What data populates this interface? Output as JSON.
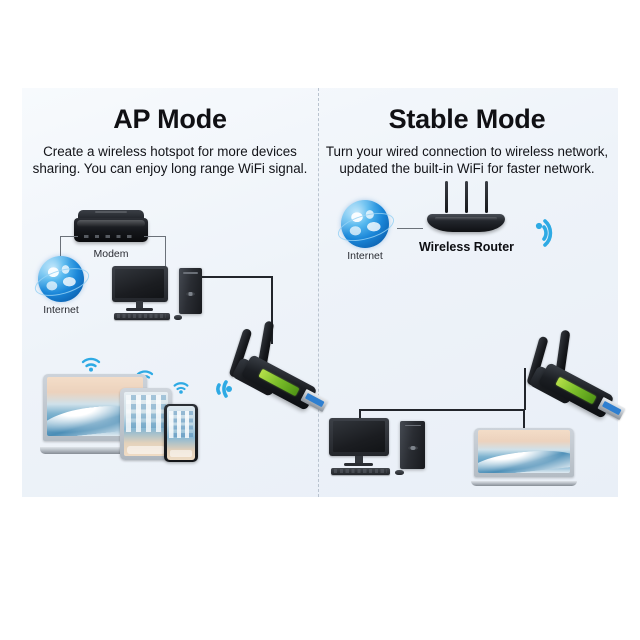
{
  "panels": {
    "left": {
      "title": "AP Mode",
      "description": "Create a wireless hotspot for more devices sharing. You can enjoy long range WiFi signal.",
      "labels": {
        "modem": "Modem",
        "internet": "Internet"
      },
      "nodes": [
        {
          "name": "internet-globe",
          "label": "Internet"
        },
        {
          "name": "modem",
          "label": "Modem"
        },
        {
          "name": "desktop-computer",
          "label": ""
        },
        {
          "name": "usb-wifi-adapter",
          "label": ""
        },
        {
          "name": "laptop",
          "label": ""
        },
        {
          "name": "tablet",
          "label": ""
        },
        {
          "name": "smartphone",
          "label": ""
        }
      ]
    },
    "right": {
      "title": "Stable Mode",
      "description": "Turn your wired connection to wireless network, updated the built-in WiFi for faster network.",
      "labels": {
        "internet": "Internet",
        "router": "Wireless Router"
      },
      "nodes": [
        {
          "name": "internet-globe",
          "label": "Internet"
        },
        {
          "name": "wireless-router",
          "label": "Wireless Router"
        },
        {
          "name": "usb-wifi-adapter",
          "label": ""
        },
        {
          "name": "desktop-computer",
          "label": ""
        },
        {
          "name": "laptop",
          "label": ""
        }
      ]
    }
  },
  "colors": {
    "background": "#ffffff",
    "panel_background": "#eef3f9",
    "divider": "#b9c3cf",
    "wifi_accent": "#2eaae4",
    "adapter_label_green": "#8dc63f",
    "globe_blue": "#1a86d8",
    "text": "#101014",
    "connector_line": "#22252b"
  },
  "icons": {
    "wifi_left": "wifi-signal-icon",
    "wifi_right": "wifi-signal-icon"
  }
}
